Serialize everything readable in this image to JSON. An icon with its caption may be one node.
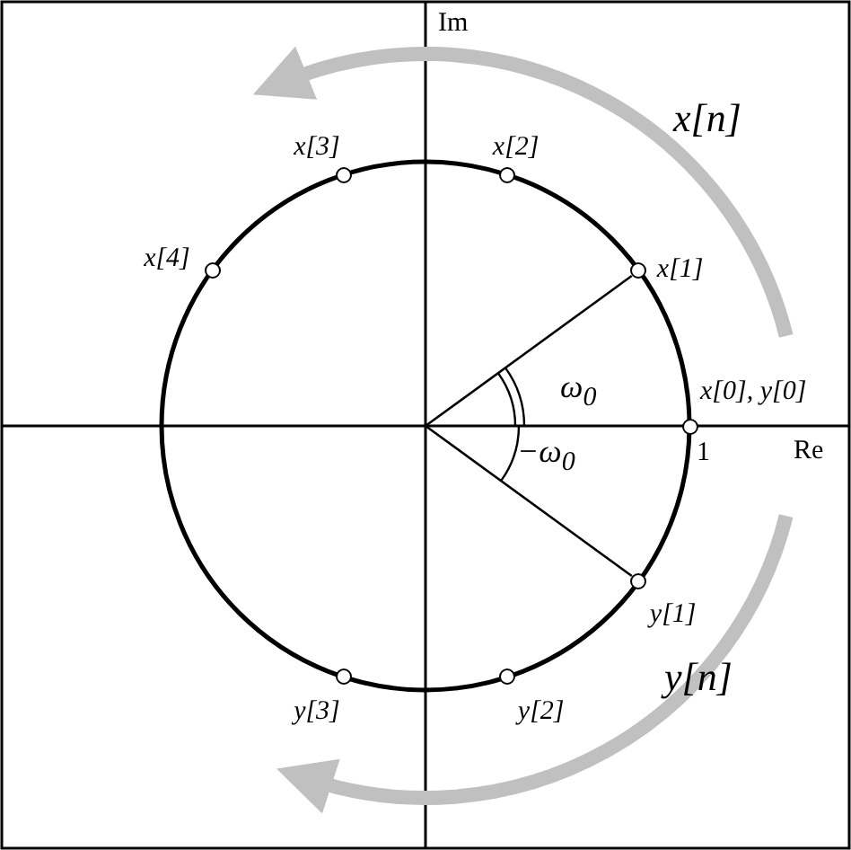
{
  "diagram": {
    "nodes": [
      {
        "text": [],
        "shape": "circle",
        "beside": [
          "x[3]"
        ]
      },
      {
        "text": [],
        "shape": "circle",
        "beside": [
          "x[2]"
        ]
      },
      {
        "text": [],
        "shape": "circle",
        "beside": [
          "x[4]"
        ]
      },
      {
        "text": [],
        "shape": "circle",
        "beside": [
          "x[1]"
        ]
      },
      {
        "text": [],
        "shape": "circle",
        "beside": [
          "x[0], y[0]"
        ]
      },
      {
        "text": [],
        "shape": "circle",
        "beside": [
          "y[1]"
        ]
      },
      {
        "text": [],
        "shape": "circle",
        "beside": [
          "y[3]"
        ]
      },
      {
        "text": [],
        "shape": "circle",
        "beside": [
          "y[2]"
        ]
      }
    ],
    "edges": [
      {
        "from": null,
        "to": 3,
        "arrow": "none"
      },
      {
        "from": null,
        "to": 5,
        "arrow": "none"
      }
    ],
    "labels": [
      "Im",
      "x[n]",
      "ω$_{0}$",
      "−ω$_{0}$",
      "1",
      "Re",
      "y[n]"
    ]
  }
}
